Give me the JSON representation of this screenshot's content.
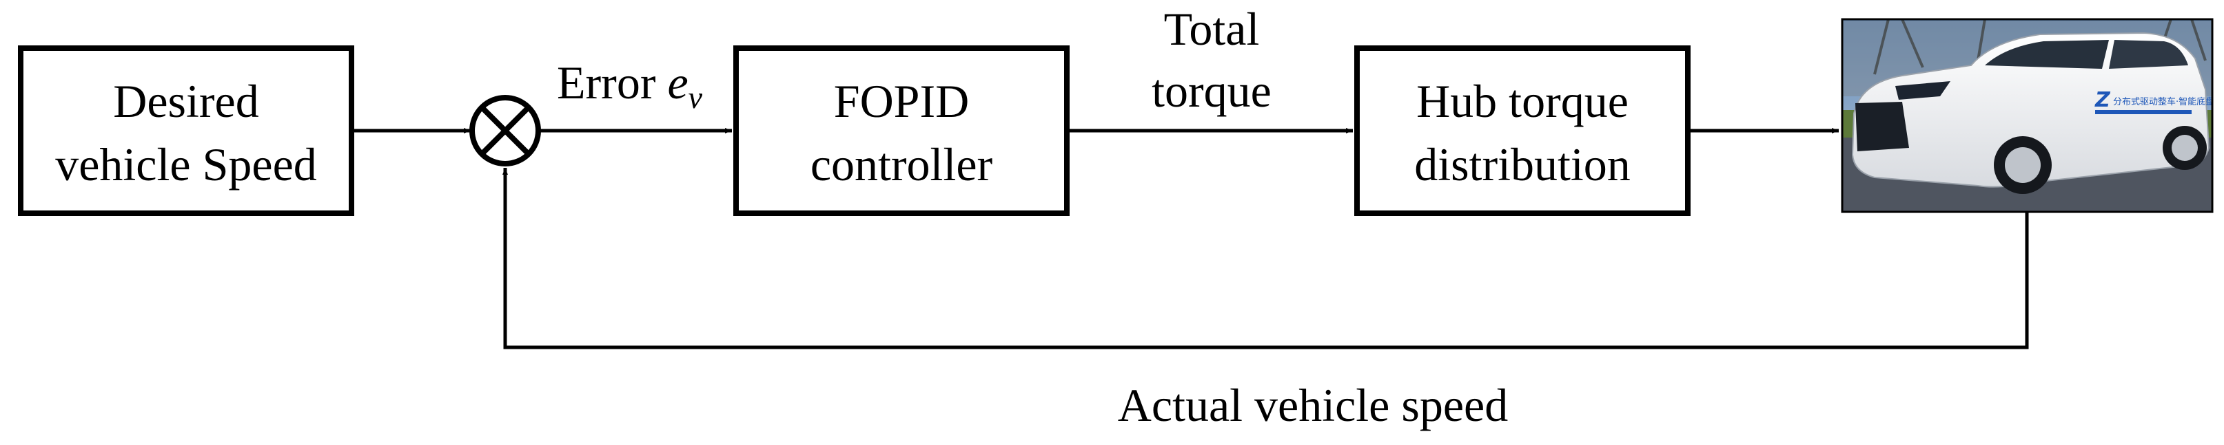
{
  "blocks": {
    "desired_speed": {
      "line1": "Desired",
      "line2": "vehicle Speed"
    },
    "controller": {
      "line1": "FOPID",
      "line2": "controller"
    },
    "distribution": {
      "line1": "Hub torque",
      "line2": "distribution"
    }
  },
  "signals": {
    "error_text": "Error ",
    "error_symbol": "e",
    "error_subscript": "v",
    "torque_line1": "Total",
    "torque_line2": "torque",
    "feedback": "Actual vehicle speed"
  },
  "vehicle_photo": {
    "icon": "white-suv-photo",
    "text": [
      "Z",
      "分布式驱动整车·智能底盘"
    ],
    "colors": {
      "sky": "#5f89b8",
      "road": "#4f5560",
      "body": "#f3f4f6",
      "decal": "#1e57b8"
    }
  }
}
